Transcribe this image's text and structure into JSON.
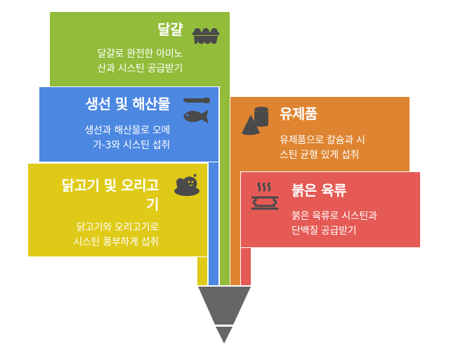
{
  "diagram": {
    "type": "funnel-infographic",
    "colors": {
      "eggs": "#92BC3A",
      "seafood": "#4C87E2",
      "poultry": "#DFCA18",
      "dairy": "#DF8431",
      "red_meat": "#E55A55",
      "funnel": "#666666",
      "icon": "#4A4A4A"
    },
    "items": [
      {
        "key": "eggs",
        "title": "달걀",
        "description_lines": [
          "달걀로 완전한 아미노",
          "산과 시스틴 공급받기"
        ],
        "icon": "egg-carton-icon"
      },
      {
        "key": "seafood",
        "title": "생선 및 해산물",
        "description_lines": [
          "생선과 해산물로 오메",
          "가-3와 시스틴 섭취"
        ],
        "icon": "fish-knife-icon"
      },
      {
        "key": "poultry",
        "title_lines": [
          "닭고기 및 오리고",
          "기"
        ],
        "description_lines": [
          "닭고기와 오리고기로",
          "시스틴 풍부하게 섭취"
        ],
        "icon": "roast-chicken-icon"
      },
      {
        "key": "dairy",
        "title": "유제품",
        "description_lines": [
          "유제품으로 칼슘과 시",
          "스틴 균형 있게 섭취"
        ],
        "icon": "cheese-shapes-icon"
      },
      {
        "key": "red_meat",
        "title": "붉은 육류",
        "description_lines": [
          "붉은 육류로 시스틴과",
          "단백질 공급받기"
        ],
        "icon": "steaming-pot-icon"
      }
    ]
  }
}
